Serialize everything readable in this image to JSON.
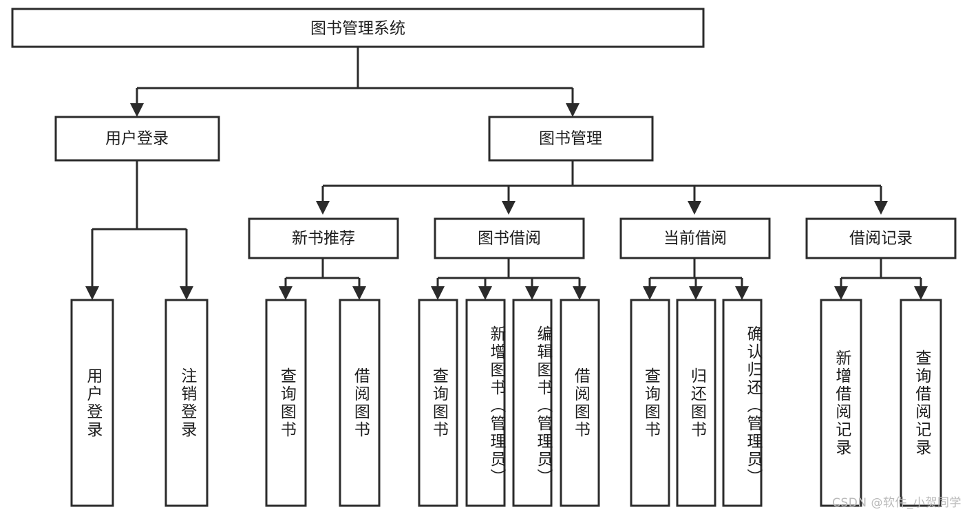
{
  "diagram": {
    "type": "tree-hierarchy",
    "title": "图书管理系统",
    "background_color": "#ffffff",
    "line_color": "#2b2b2b",
    "text_color": "#1d1d1d",
    "root": {
      "label": "图书管理系统"
    },
    "level2": [
      {
        "label": "用户登录"
      },
      {
        "label": "图书管理"
      }
    ],
    "level3": [
      {
        "label": "新书推荐"
      },
      {
        "label": "图书借阅"
      },
      {
        "label": "当前借阅"
      },
      {
        "label": "借阅记录"
      }
    ],
    "leaves": {
      "user_login": [
        {
          "label": "用户登录"
        },
        {
          "label": "注销登录"
        }
      ],
      "new_book_recommend": [
        {
          "label": "查询图书"
        },
        {
          "label": "借阅图书"
        }
      ],
      "book_borrow": [
        {
          "label": "查询图书"
        },
        {
          "label": "新增图书（管理员）"
        },
        {
          "label": "编辑图书（管理员）"
        },
        {
          "label": "借阅图书"
        }
      ],
      "current_borrow": [
        {
          "label": "查询图书"
        },
        {
          "label": "归还图书"
        },
        {
          "label": "确认归还（管理员）"
        }
      ],
      "borrow_record": [
        {
          "label": "新增借阅记录"
        },
        {
          "label": "查询借阅记录"
        }
      ]
    }
  },
  "watermark": {
    "text": "CSDN @软件_小贺同学"
  }
}
